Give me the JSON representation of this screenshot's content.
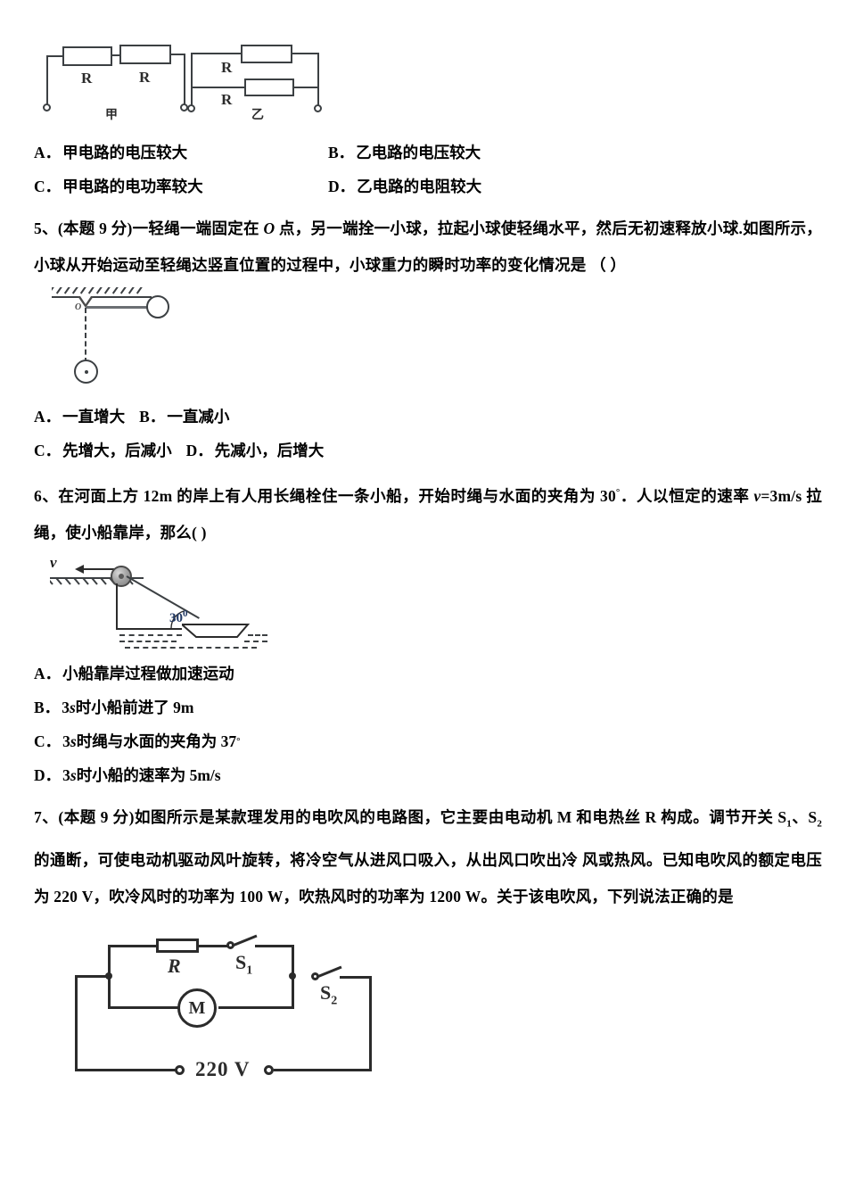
{
  "q4": {
    "figure": {
      "left_circuit_label": "甲",
      "right_circuit_label": "乙",
      "left_resistor_1": "R",
      "left_resistor_2": "R",
      "right_resistor_1": "R",
      "right_resistor_2": "R"
    },
    "options": [
      {
        "label": "A．",
        "text": "甲电路的电压较大"
      },
      {
        "label": "B．",
        "text": "乙电路的电压较大"
      },
      {
        "label": "C．",
        "text": "甲电路的电功率较大"
      },
      {
        "label": "D．",
        "text": "乙电路的电阻较大"
      }
    ]
  },
  "q5": {
    "number": "5、",
    "score_tag": "(本题 9 分)",
    "stem_part1": "一轻绳一端固定在 ",
    "stem_var_O": "O",
    "stem_part2": " 点，另一端拴一小球，拉起小球使轻绳水平，然后无初速释放小球.如图所示，小球从开始运动至轻绳达竖直位置的过程中，小球重力的瞬时功率的变化情况是 （  ）",
    "figure": {
      "pivot_label": "O"
    },
    "options_line1": [
      {
        "label": "A．",
        "text": "一直增大"
      },
      {
        "label": "B．",
        "text": "一直减小"
      }
    ],
    "options_line2": [
      {
        "label": "C．",
        "text": "先增大，后减小"
      },
      {
        "label": "D．",
        "text": "先减小，后增大"
      }
    ]
  },
  "q6": {
    "number": "6、",
    "stem_a": "在河面上方 ",
    "stem_h": "12m",
    "stem_b": " 的岸上有人用长绳栓住一条小船，开始时绳与水面的夹角为 ",
    "stem_angle": "30",
    "stem_deg": "°",
    "stem_c": "．人以恒定的速率 ",
    "stem_v": "v",
    "stem_v_val": "=3m/s",
    "stem_d": " 拉绳，使小船靠岸，那么(    )",
    "figure": {
      "velocity_label": "v",
      "angle_label": "30",
      "angle_unit": "0"
    },
    "options": [
      {
        "label": "A．",
        "text": "小船靠岸过程做加速运动"
      },
      {
        "label": "B．",
        "pre": "3",
        "var": "s",
        "text": " 时小船前进了 9m"
      },
      {
        "label": "C．",
        "pre": "3",
        "var": "s",
        "text": " 时绳与水面的夹角为 37",
        "sup": "°"
      },
      {
        "label": "D．",
        "pre": "3",
        "var": "s",
        "text": " 时小船的速率为 5m/s"
      }
    ]
  },
  "q7": {
    "number": "7、",
    "score_tag": "(本题 9 分)",
    "stem_a": "如图所示是某款理发用的电吹风的电路图，它主要由电动机 M 和电热丝 R 构成。调节开关 S",
    "stem_s1": "1",
    "stem_b": "、S",
    "stem_s2": "2",
    "stem_c": " 的通断，可使电动机驱动风叶旋转，将冷空气从进风口吸入，从出风口吹出冷 风或热风。已知电吹风的额定电压为 220 V，吹冷风时的功率为 100 W，吹热风时的功率为 1200 W。关于该电吹风，下列说法正确的是",
    "figure": {
      "resistor_label": "R",
      "motor_label": "M",
      "switch1_label": "S",
      "switch1_sub": "1",
      "switch2_label": "S",
      "switch2_sub": "2",
      "source_label": "220 V"
    }
  },
  "colors": {
    "ink": "#000000",
    "diagram_line": "#3c4043",
    "diagram_line_bold": "#2b2b2b",
    "angle_text": "#203864",
    "pulley_gray": "#a7a7a7"
  }
}
